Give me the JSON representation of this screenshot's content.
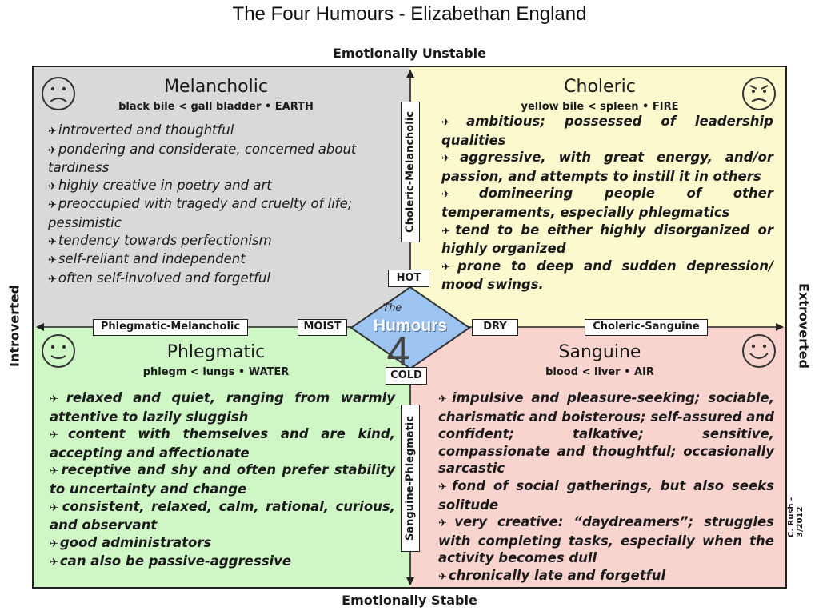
{
  "title": "The Four Humours  -  Elizabethan England",
  "axes": {
    "top": "Emotionally Unstable",
    "bottom": "Emotionally Stable",
    "left": "Introverted",
    "right": "Extroverted"
  },
  "center": {
    "the": "The",
    "humours": "Humours",
    "number": "4",
    "hot": "HOT",
    "cold": "COLD",
    "moist": "MOIST",
    "dry": "DRY"
  },
  "boundaries": {
    "top": "Choleric-Melancholic",
    "bottom": "Sanguine-Phlegmatic",
    "left": "Phlegmatic-Melancholic",
    "right": "Choleric-Sanguine"
  },
  "quadrants": {
    "melancholic": {
      "name": "Melancholic",
      "subtitle": "black bile < gall bladder • EARTH",
      "mood": "sad-face-icon",
      "items": [
        "introverted and thoughtful",
        "pondering and considerate, concerned about tardiness",
        "highly creative in poetry and art",
        "preoccupied with tragedy and cruelty of life; pessimistic",
        "tendency towards perfectionism",
        "self-reliant and independent",
        "often self-involved and forgetful"
      ]
    },
    "choleric": {
      "name": "Choleric",
      "subtitle": "yellow bile < spleen • FIRE",
      "mood": "angry-face-icon",
      "items": [
        "ambitious; possessed of leadership qualities",
        "aggressive, with great energy, and/or passion, and attempts to instill it in others",
        "domineering people of other temperaments, especially phlegmatics",
        "tend to be either highly disorganized or highly organized",
        "prone to deep and sudden depression/ mood swings."
      ]
    },
    "phlegmatic": {
      "name": "Phlegmatic",
      "subtitle": "phlegm < lungs • WATER",
      "mood": "calm-face-icon",
      "items": [
        "relaxed and quiet, ranging from warmly attentive to lazily sluggish",
        "content with themselves and are kind, accepting and affectionate",
        "receptive and shy and often prefer stability to uncertainty and change",
        "consistent, relaxed, calm, rational, curious, and observant",
        "good administrators",
        "can also be passive-aggressive"
      ]
    },
    "sanguine": {
      "name": "Sanguine",
      "subtitle": "blood < liver • AIR",
      "mood": "smiling-face-icon",
      "items": [
        "impulsive and pleasure-seeking; sociable, charismatic and boisterous; self-assured and confident; talkative; sensitive, compassionate and thoughtful; occasionally sarcastic",
        "fond of social gatherings, but also seeks solitude",
        "very creative: “daydreamers”; struggles with completing tasks, especially when the activity becomes dull",
        "chronically late and forgetful"
      ]
    }
  },
  "credit": {
    "line1": "C. Rush -",
    "line2": "3/2012"
  },
  "colors": {
    "melancholic": "#d9d9d9",
    "choleric": "#fcf9cf",
    "phlegmatic": "#cff7c6",
    "sanguine": "#f9d3cd",
    "center_diamond": "#9dc3f0"
  },
  "bullet_glyph": "✈"
}
